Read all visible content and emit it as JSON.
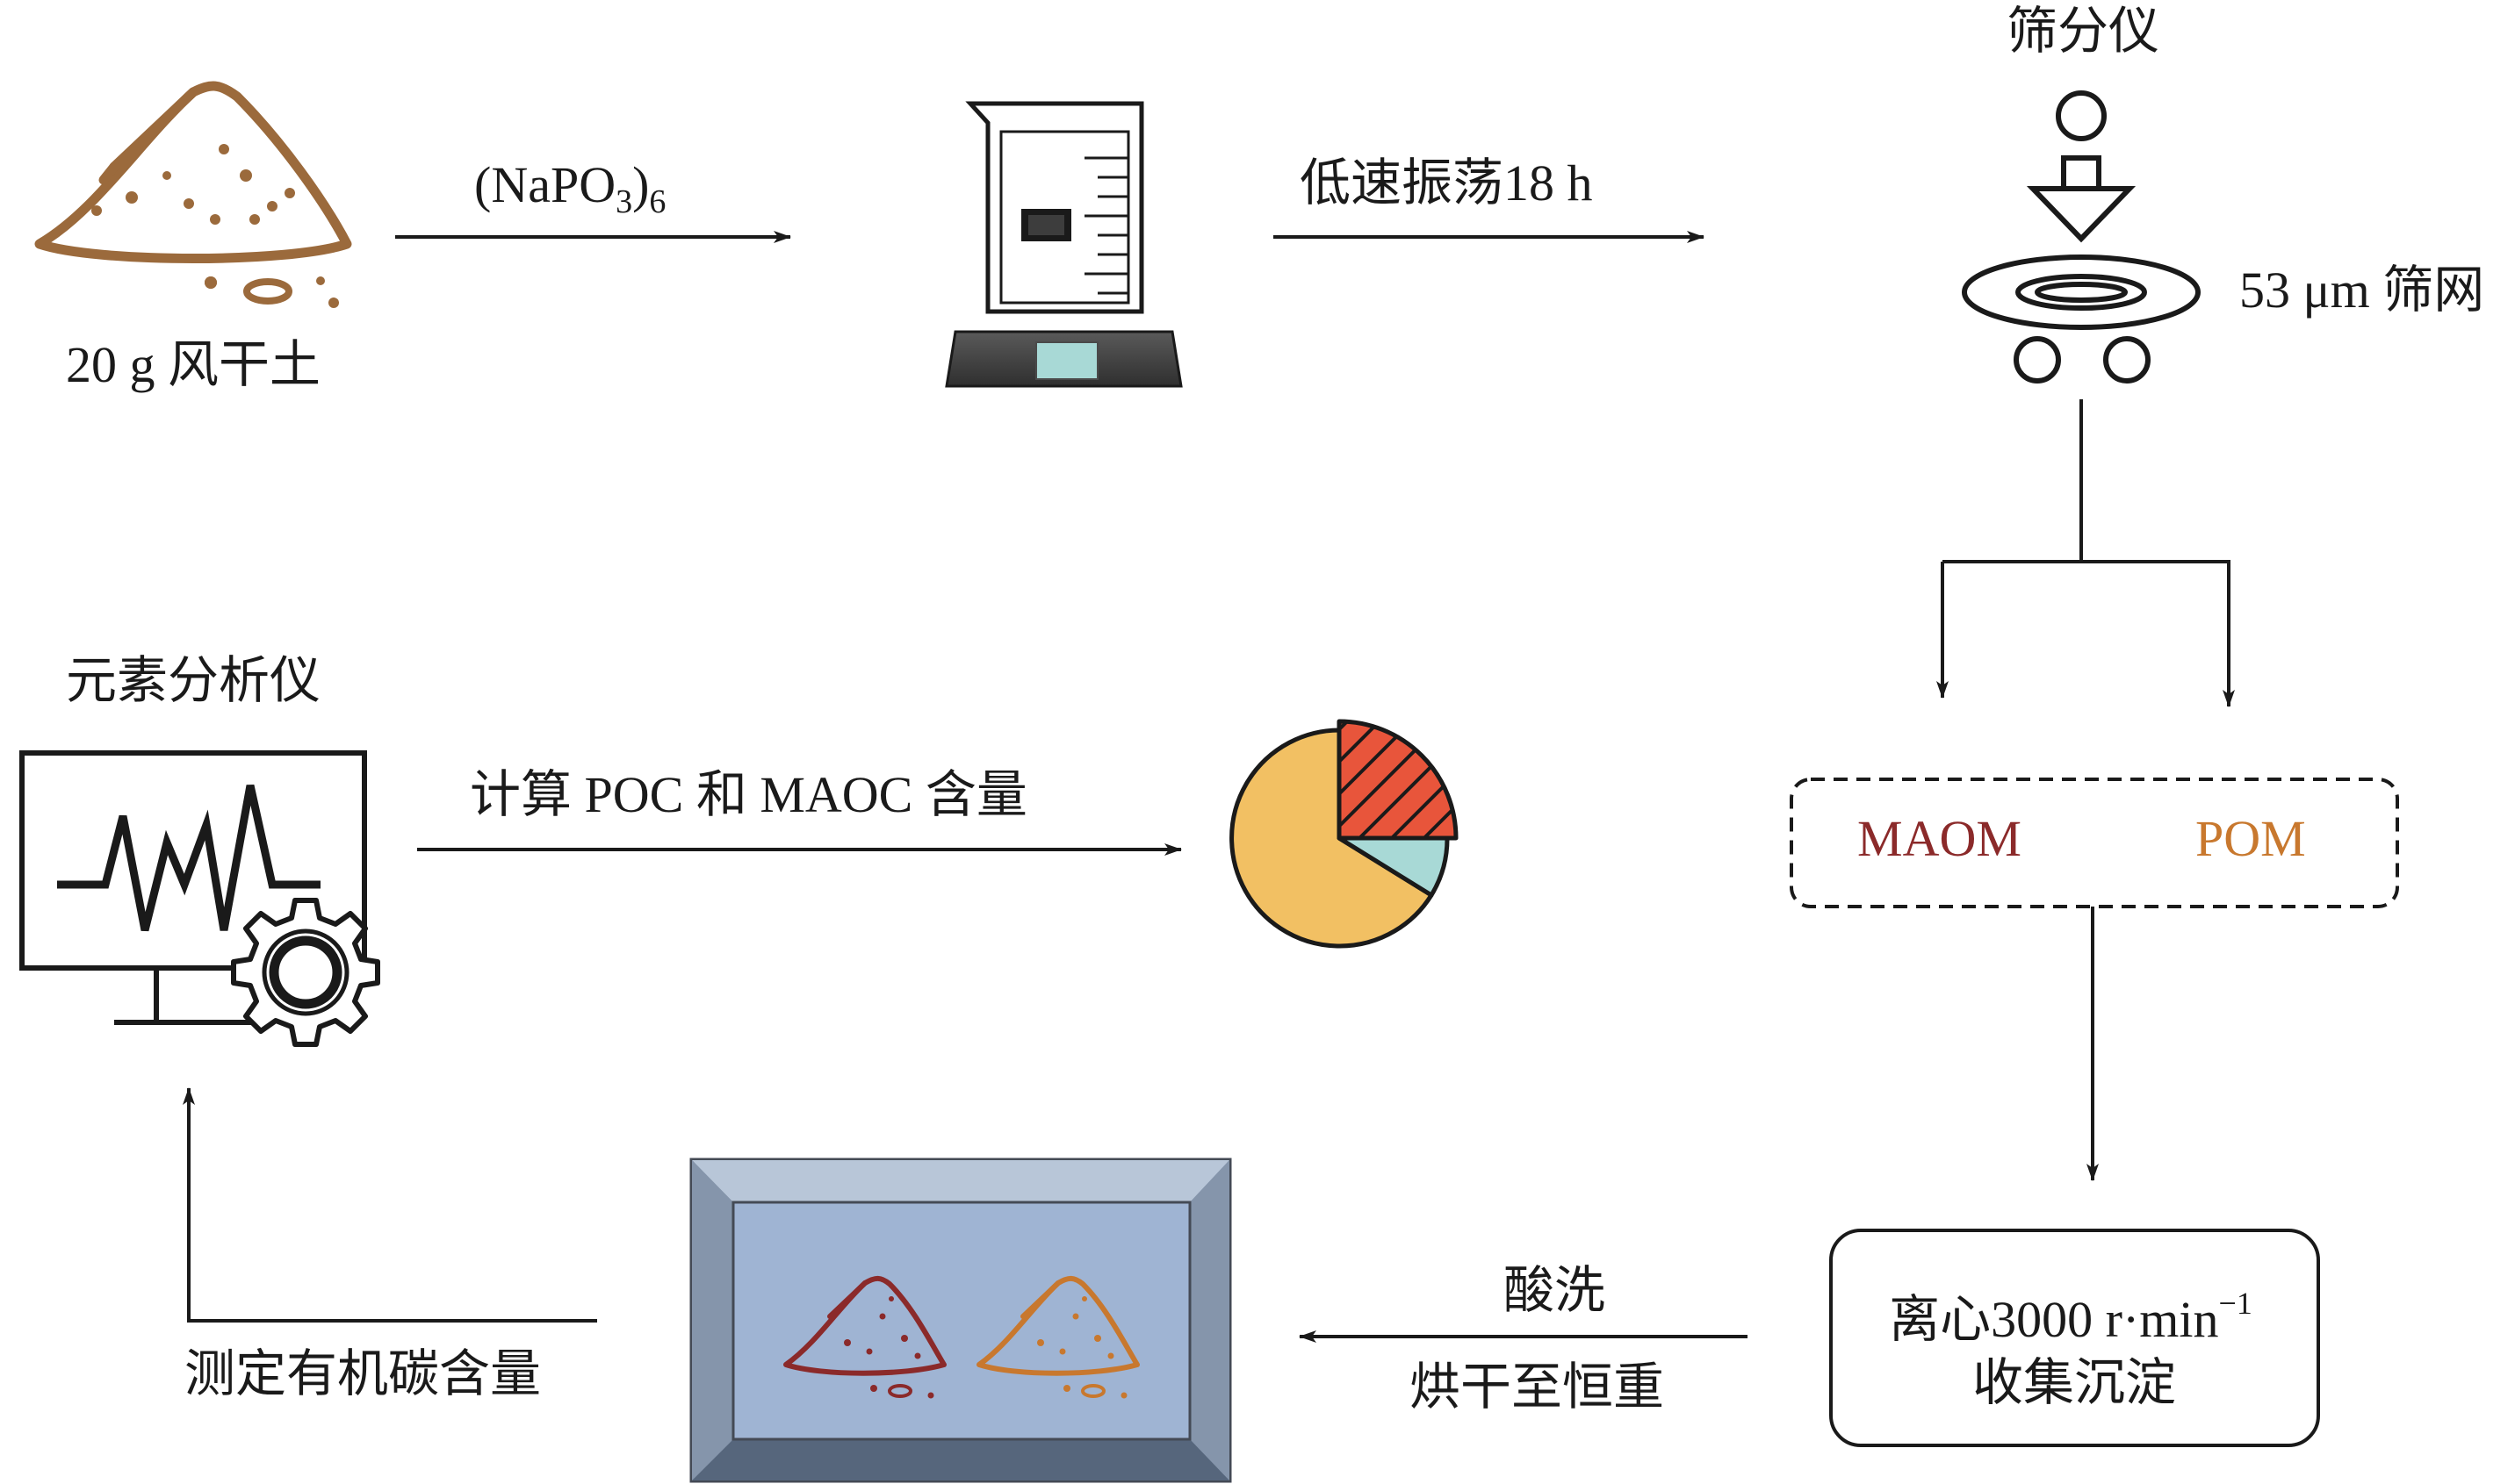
{
  "steps": {
    "soil_label": "20 g 风干土",
    "reagent": {
      "main": "(NaPO",
      "sub1": "3",
      "close": ")",
      "sub2": "6"
    },
    "shaking_label": "低速振荡18 h",
    "sieve_device_label": "筛分仪",
    "sieve_mesh_label": "53 μm 筛网",
    "fractions": {
      "maom": "MAOM",
      "pom": "POM"
    },
    "centrifuge": {
      "line1_main": "离心3000 r·min",
      "line1_sup": "−1",
      "line2": "收集沉淀"
    },
    "acid_wash_label": "酸洗",
    "dry_label": "烘干至恒重",
    "measure_label": "测定有机碳含量",
    "analyzer_label": "元素分析仪",
    "calculate_label": "计算 POC 和 MAOC 含量"
  },
  "colors": {
    "soil": "#9b6a3c",
    "maom": "#8b2a2a",
    "pom": "#c8782e",
    "tray_inner": "#9fb4d3",
    "tray_frame": "#6e7f96",
    "pie_main": "#f2c063",
    "pie_hatch": "#e8553b",
    "pie_cyan": "#a8d9d6"
  },
  "icons": [
    "soil-pile-icon",
    "beaker-stirrer-icon",
    "sieve-shaker-icon",
    "elemental-analyzer-icon",
    "gear-icon",
    "pie-chart-icon",
    "drying-tray-icon"
  ]
}
